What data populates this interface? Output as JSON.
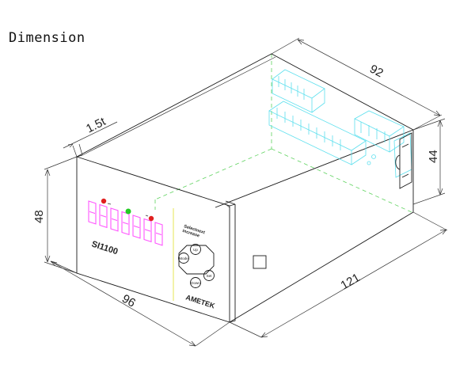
{
  "title": "Dimension",
  "dimensions": {
    "depth_top": "92",
    "height_right": "44",
    "bezel_thickness": "1.5t",
    "front_height": "48",
    "front_width": "96",
    "body_length": "121"
  },
  "front_panel": {
    "model": "SI1100",
    "brand": "AMETEK",
    "pad_caption_1": "Selectnext",
    "pad_caption_2": "increase",
    "keys": [
      "Up",
      "Mode",
      "Set",
      "Down"
    ]
  },
  "colors": {
    "outline": "#1a1a1a",
    "hidden_lines": "#5fd35f",
    "terminals": "#5ee0ee",
    "display_segments": "#ff55ff",
    "led_red": "#e02020",
    "led_green": "#22cc22"
  }
}
